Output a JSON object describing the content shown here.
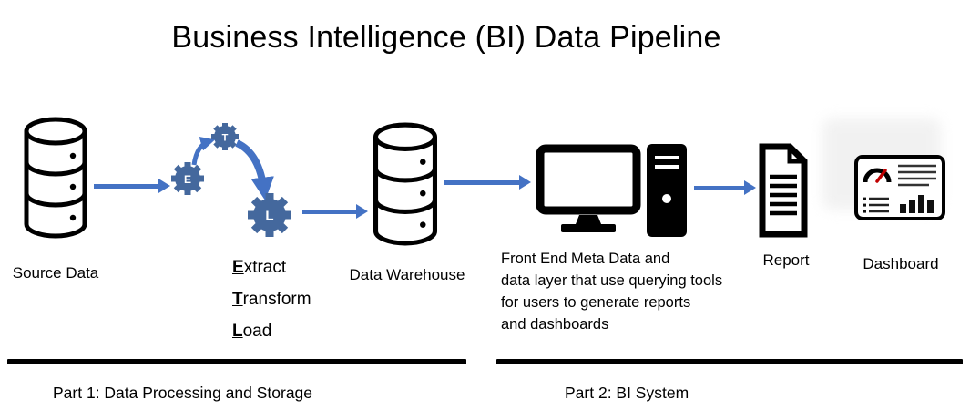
{
  "title": "Business Intelligence (BI) Data Pipeline",
  "pipeline": {
    "source": {
      "label": "Source Data"
    },
    "etl": {
      "gears": [
        {
          "letter": "E"
        },
        {
          "letter": "T"
        },
        {
          "letter": "L"
        }
      ],
      "steps": [
        {
          "initial": "E",
          "rest": "xtract"
        },
        {
          "initial": "T",
          "rest": "ransform"
        },
        {
          "initial": "L",
          "rest": "oad"
        }
      ]
    },
    "warehouse": {
      "label": "Data Warehouse"
    },
    "front_end": {
      "lines": [
        "Front End Meta Data and",
        "data layer that use querying tools",
        "for users to generate reports",
        "and dashboards"
      ]
    },
    "report": {
      "label": "Report"
    },
    "dashboard": {
      "label": "Dashboard"
    }
  },
  "sections": [
    {
      "label": "Part 1: Data Processing and Storage"
    },
    {
      "label": "Part 2: BI System"
    }
  ],
  "colors": {
    "arrow_blue": "#4472C4",
    "gear_blue": "#44689D",
    "icon_black": "#000000"
  }
}
